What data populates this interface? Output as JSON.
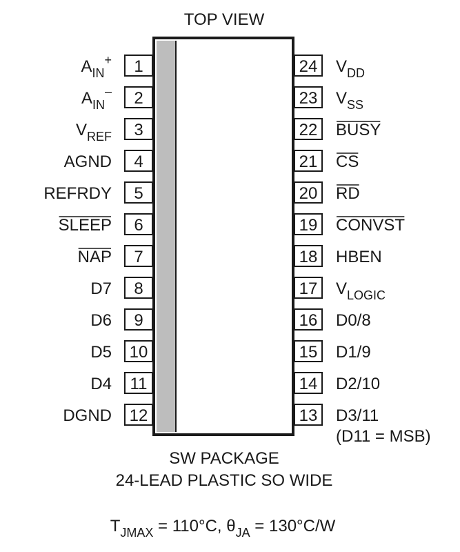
{
  "title": "TOP VIEW",
  "pins_left": [
    {
      "num": "1",
      "label": "A",
      "sub": "IN",
      "sup": "+",
      "over": ""
    },
    {
      "num": "2",
      "label": "A",
      "sub": "IN",
      "sup": "–",
      "over": ""
    },
    {
      "num": "3",
      "label": "V",
      "sub": "REF",
      "sup": "",
      "over": ""
    },
    {
      "num": "4",
      "label": "AGND",
      "sub": "",
      "sup": "",
      "over": ""
    },
    {
      "num": "5",
      "label": "REFRDY",
      "sub": "",
      "sup": "",
      "over": ""
    },
    {
      "num": "6",
      "label": "SLEEP",
      "sub": "",
      "sup": "",
      "over": "SLEEP"
    },
    {
      "num": "7",
      "label": "NAP",
      "sub": "",
      "sup": "",
      "over": "NAP"
    },
    {
      "num": "8",
      "label": "D7",
      "sub": "",
      "sup": "",
      "over": ""
    },
    {
      "num": "9",
      "label": "D6",
      "sub": "",
      "sup": "",
      "over": ""
    },
    {
      "num": "10",
      "label": "D5",
      "sub": "",
      "sup": "",
      "over": ""
    },
    {
      "num": "11",
      "label": "D4",
      "sub": "",
      "sup": "",
      "over": ""
    },
    {
      "num": "12",
      "label": "DGND",
      "sub": "",
      "sup": "",
      "over": ""
    }
  ],
  "pins_right": [
    {
      "num": "24",
      "label": "V",
      "sub": "DD",
      "over": ""
    },
    {
      "num": "23",
      "label": "V",
      "sub": "SS",
      "over": ""
    },
    {
      "num": "22",
      "label": "BUSY",
      "sub": "",
      "over": "BUSY"
    },
    {
      "num": "21",
      "label": "CS",
      "sub": "",
      "over": "CS"
    },
    {
      "num": "20",
      "label": "RD",
      "sub": "",
      "over": "RD"
    },
    {
      "num": "19",
      "label": "CONVST",
      "sub": "",
      "over": "CONVST"
    },
    {
      "num": "18",
      "label": "HBEN",
      "sub": "",
      "over": ""
    },
    {
      "num": "17",
      "label": "V",
      "sub": "LOGIC",
      "over": ""
    },
    {
      "num": "16",
      "label": "D0/8",
      "sub": "",
      "over": ""
    },
    {
      "num": "15",
      "label": "D1/9",
      "sub": "",
      "over": ""
    },
    {
      "num": "14",
      "label": "D2/10",
      "sub": "",
      "over": ""
    },
    {
      "num": "13",
      "label": "D3/11",
      "sub": "",
      "over": ""
    }
  ],
  "pin13_note": "(D11 = MSB)",
  "package_name": "SW PACKAGE",
  "package_desc": "24-LEAD PLASTIC SO WIDE",
  "thermal": {
    "t": "T",
    "t_sub": "JMAX",
    "t_val": " = 110°C, ",
    "theta": "θ",
    "theta_sub": "JA",
    "theta_val": " = 130°C/W"
  },
  "colors": {
    "ink": "#1a1a1a",
    "stripe": "#bdbdbd",
    "background": "#ffffff"
  }
}
